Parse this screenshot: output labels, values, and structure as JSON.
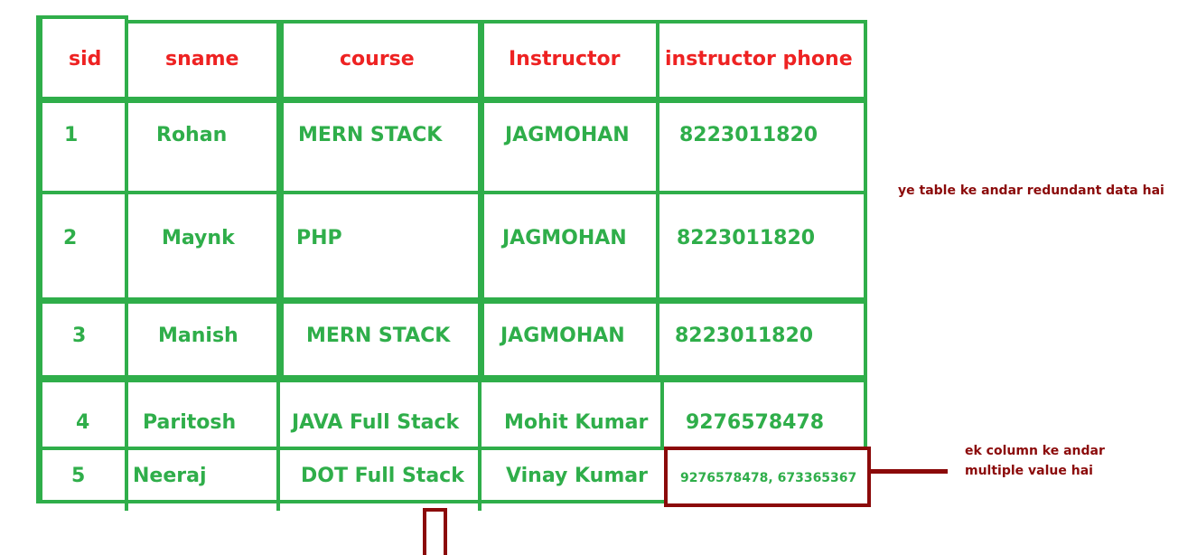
{
  "table": {
    "headers": [
      "sid",
      "sname",
      "course",
      "Instructor",
      "instructor phone"
    ],
    "rows": [
      {
        "sid": "1",
        "sname": "Rohan",
        "course": "MERN STACK",
        "instructor": "JAGMOHAN",
        "phone": "8223011820"
      },
      {
        "sid": "2",
        "sname": "Maynk",
        "course": "PHP",
        "instructor": "JAGMOHAN",
        "phone": "8223011820"
      },
      {
        "sid": "3",
        "sname": "Manish",
        "course": "MERN STACK",
        "instructor": "JAGMOHAN",
        "phone": "8223011820"
      },
      {
        "sid": "4",
        "sname": "Paritosh",
        "course": "JAVA Full Stack",
        "instructor": "Mohit Kumar",
        "phone": "9276578478"
      },
      {
        "sid": "5",
        "sname": "Neeraj",
        "course": "DOT Full Stack",
        "instructor": "Vinay Kumar",
        "phone": "9276578478, 673365367"
      }
    ]
  },
  "notes": {
    "redundant": "ye table ke andar redundant data hai",
    "multivalue_line1": "ek column ke andar",
    "multivalue_line2": "multiple value hai"
  },
  "colors": {
    "header_text": "#ee2222",
    "cell_text": "#2fae4a",
    "grid": "#2fae4a",
    "annotation": "#8b0a0a"
  }
}
